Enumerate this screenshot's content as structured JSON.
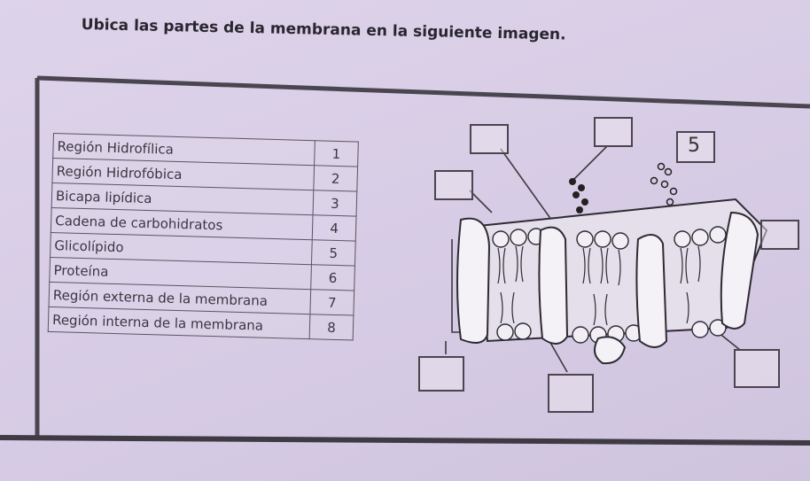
{
  "instruction": "Ubica las partes de la membrana en la siguiente imagen.",
  "parts": [
    {
      "name": "Región Hidrofílica",
      "number": "1"
    },
    {
      "name": "Región Hidrofóbica",
      "number": "2"
    },
    {
      "name": "Bicapa lipídica",
      "number": "3"
    },
    {
      "name": "Cadena de carbohidratos",
      "number": "4"
    },
    {
      "name": "Glicolípido",
      "number": "5"
    },
    {
      "name": "Proteína",
      "number": "6"
    },
    {
      "name": "Región externa de la membrana",
      "number": "7"
    },
    {
      "name": "Región interna de la membrana",
      "number": "8"
    }
  ],
  "filled_label": "5"
}
